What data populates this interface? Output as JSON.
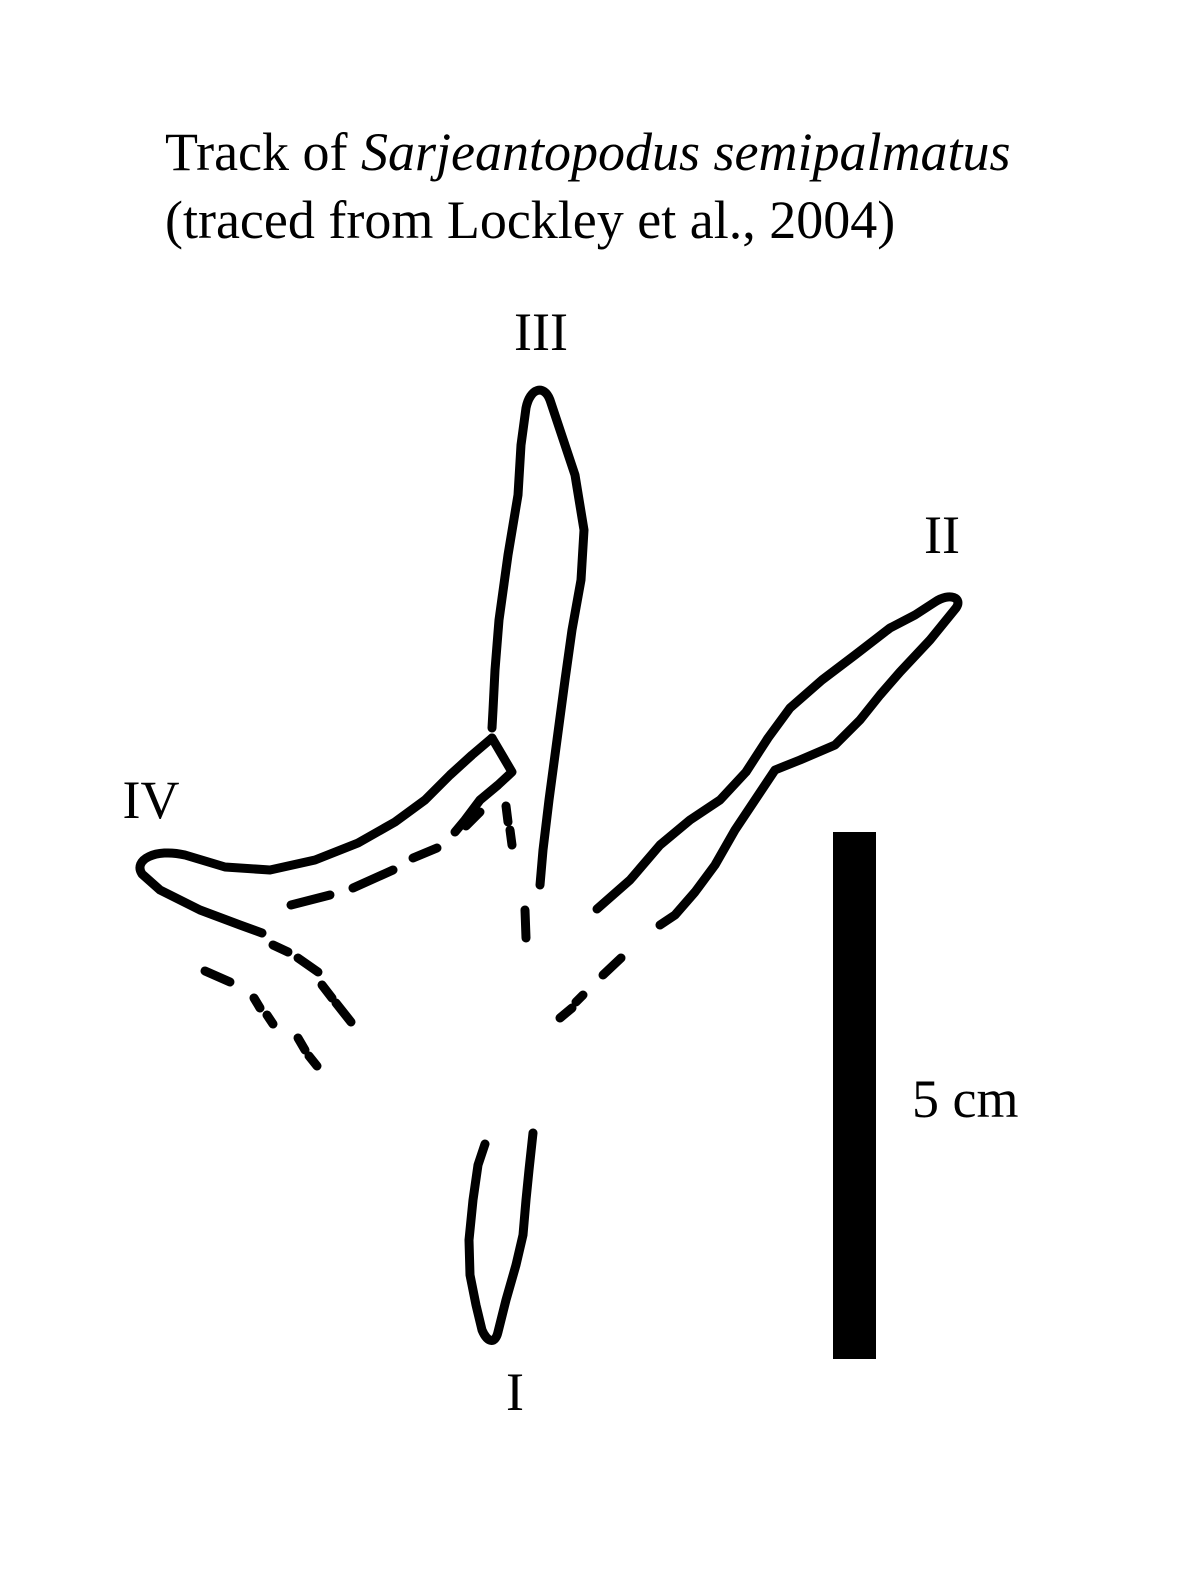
{
  "title": {
    "prefix": "Track of ",
    "species": "Sarjeantopodus semipalmatus",
    "line2": "(traced from Lockley et al., 2004)"
  },
  "digits": {
    "I": "I",
    "II": "II",
    "III": "III",
    "IV": "IV"
  },
  "scale_bar": {
    "label": "5 cm"
  },
  "colors": {
    "ink": "#000000",
    "background": "#ffffff"
  }
}
